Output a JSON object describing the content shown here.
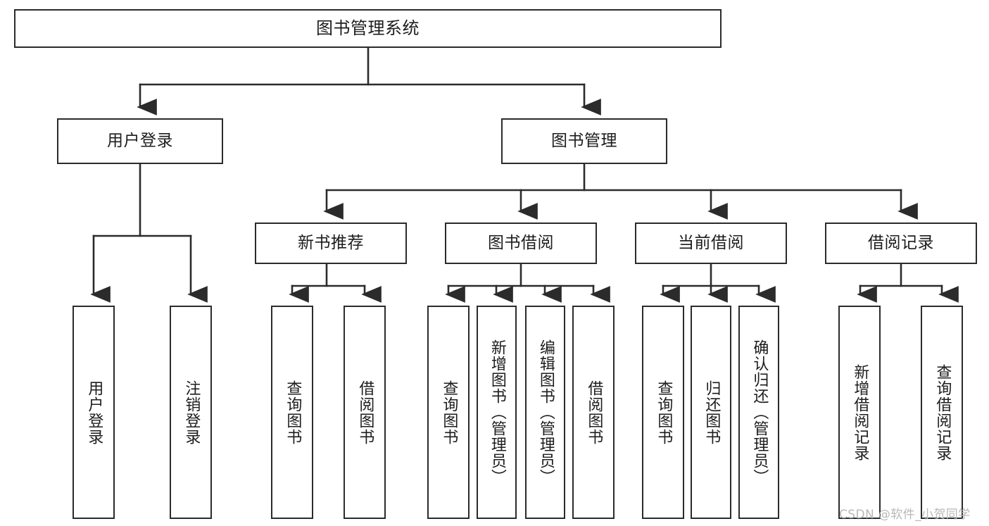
{
  "diagram": {
    "title": "图书管理系统",
    "type": "tree",
    "style": {
      "box_border_color": "#2b2b2b",
      "box_fill_color": "#ffffff",
      "edge_color": "#2b2b2b",
      "text_color": "#1d1d1d",
      "background": "#ffffff"
    },
    "nodes": {
      "root": {
        "label": "图书管理系统"
      },
      "level2": [
        {
          "id": "user-login",
          "label": "用户登录"
        },
        {
          "id": "book-manage",
          "label": "图书管理"
        }
      ],
      "level3": [
        {
          "id": "new-book-rec",
          "label": "新书推荐"
        },
        {
          "id": "book-borrow",
          "label": "图书借阅"
        },
        {
          "id": "current-borrow",
          "label": "当前借阅"
        },
        {
          "id": "borrow-record",
          "label": "借阅记录"
        }
      ],
      "leaves": [
        {
          "id": "leaf-user-login",
          "label": "用户登录",
          "parent": "user-login"
        },
        {
          "id": "leaf-user-logout",
          "label": "注销登录",
          "parent": "user-login"
        },
        {
          "id": "leaf-query-book-1",
          "label": "查询图书",
          "parent": "new-book-rec"
        },
        {
          "id": "leaf-borrow-book-1",
          "label": "借阅图书",
          "parent": "new-book-rec"
        },
        {
          "id": "leaf-query-book-2",
          "label": "查询图书",
          "parent": "book-borrow"
        },
        {
          "id": "leaf-add-book",
          "label": "新增图书（管理员）",
          "parent": "book-borrow"
        },
        {
          "id": "leaf-edit-book",
          "label": "编辑图书（管理员）",
          "parent": "book-borrow"
        },
        {
          "id": "leaf-borrow-book-2",
          "label": "借阅图书",
          "parent": "book-borrow"
        },
        {
          "id": "leaf-query-book-3",
          "label": "查询图书",
          "parent": "current-borrow"
        },
        {
          "id": "leaf-return-book",
          "label": "归还图书",
          "parent": "current-borrow"
        },
        {
          "id": "leaf-confirm-return",
          "label": "确认归还（管理员）",
          "parent": "current-borrow"
        },
        {
          "id": "leaf-add-record",
          "label": "新增借阅记录",
          "parent": "borrow-record"
        },
        {
          "id": "leaf-query-record",
          "label": "查询借阅记录",
          "parent": "borrow-record"
        }
      ]
    }
  },
  "watermark": {
    "text": "CSDN @软件_小贺同学"
  }
}
